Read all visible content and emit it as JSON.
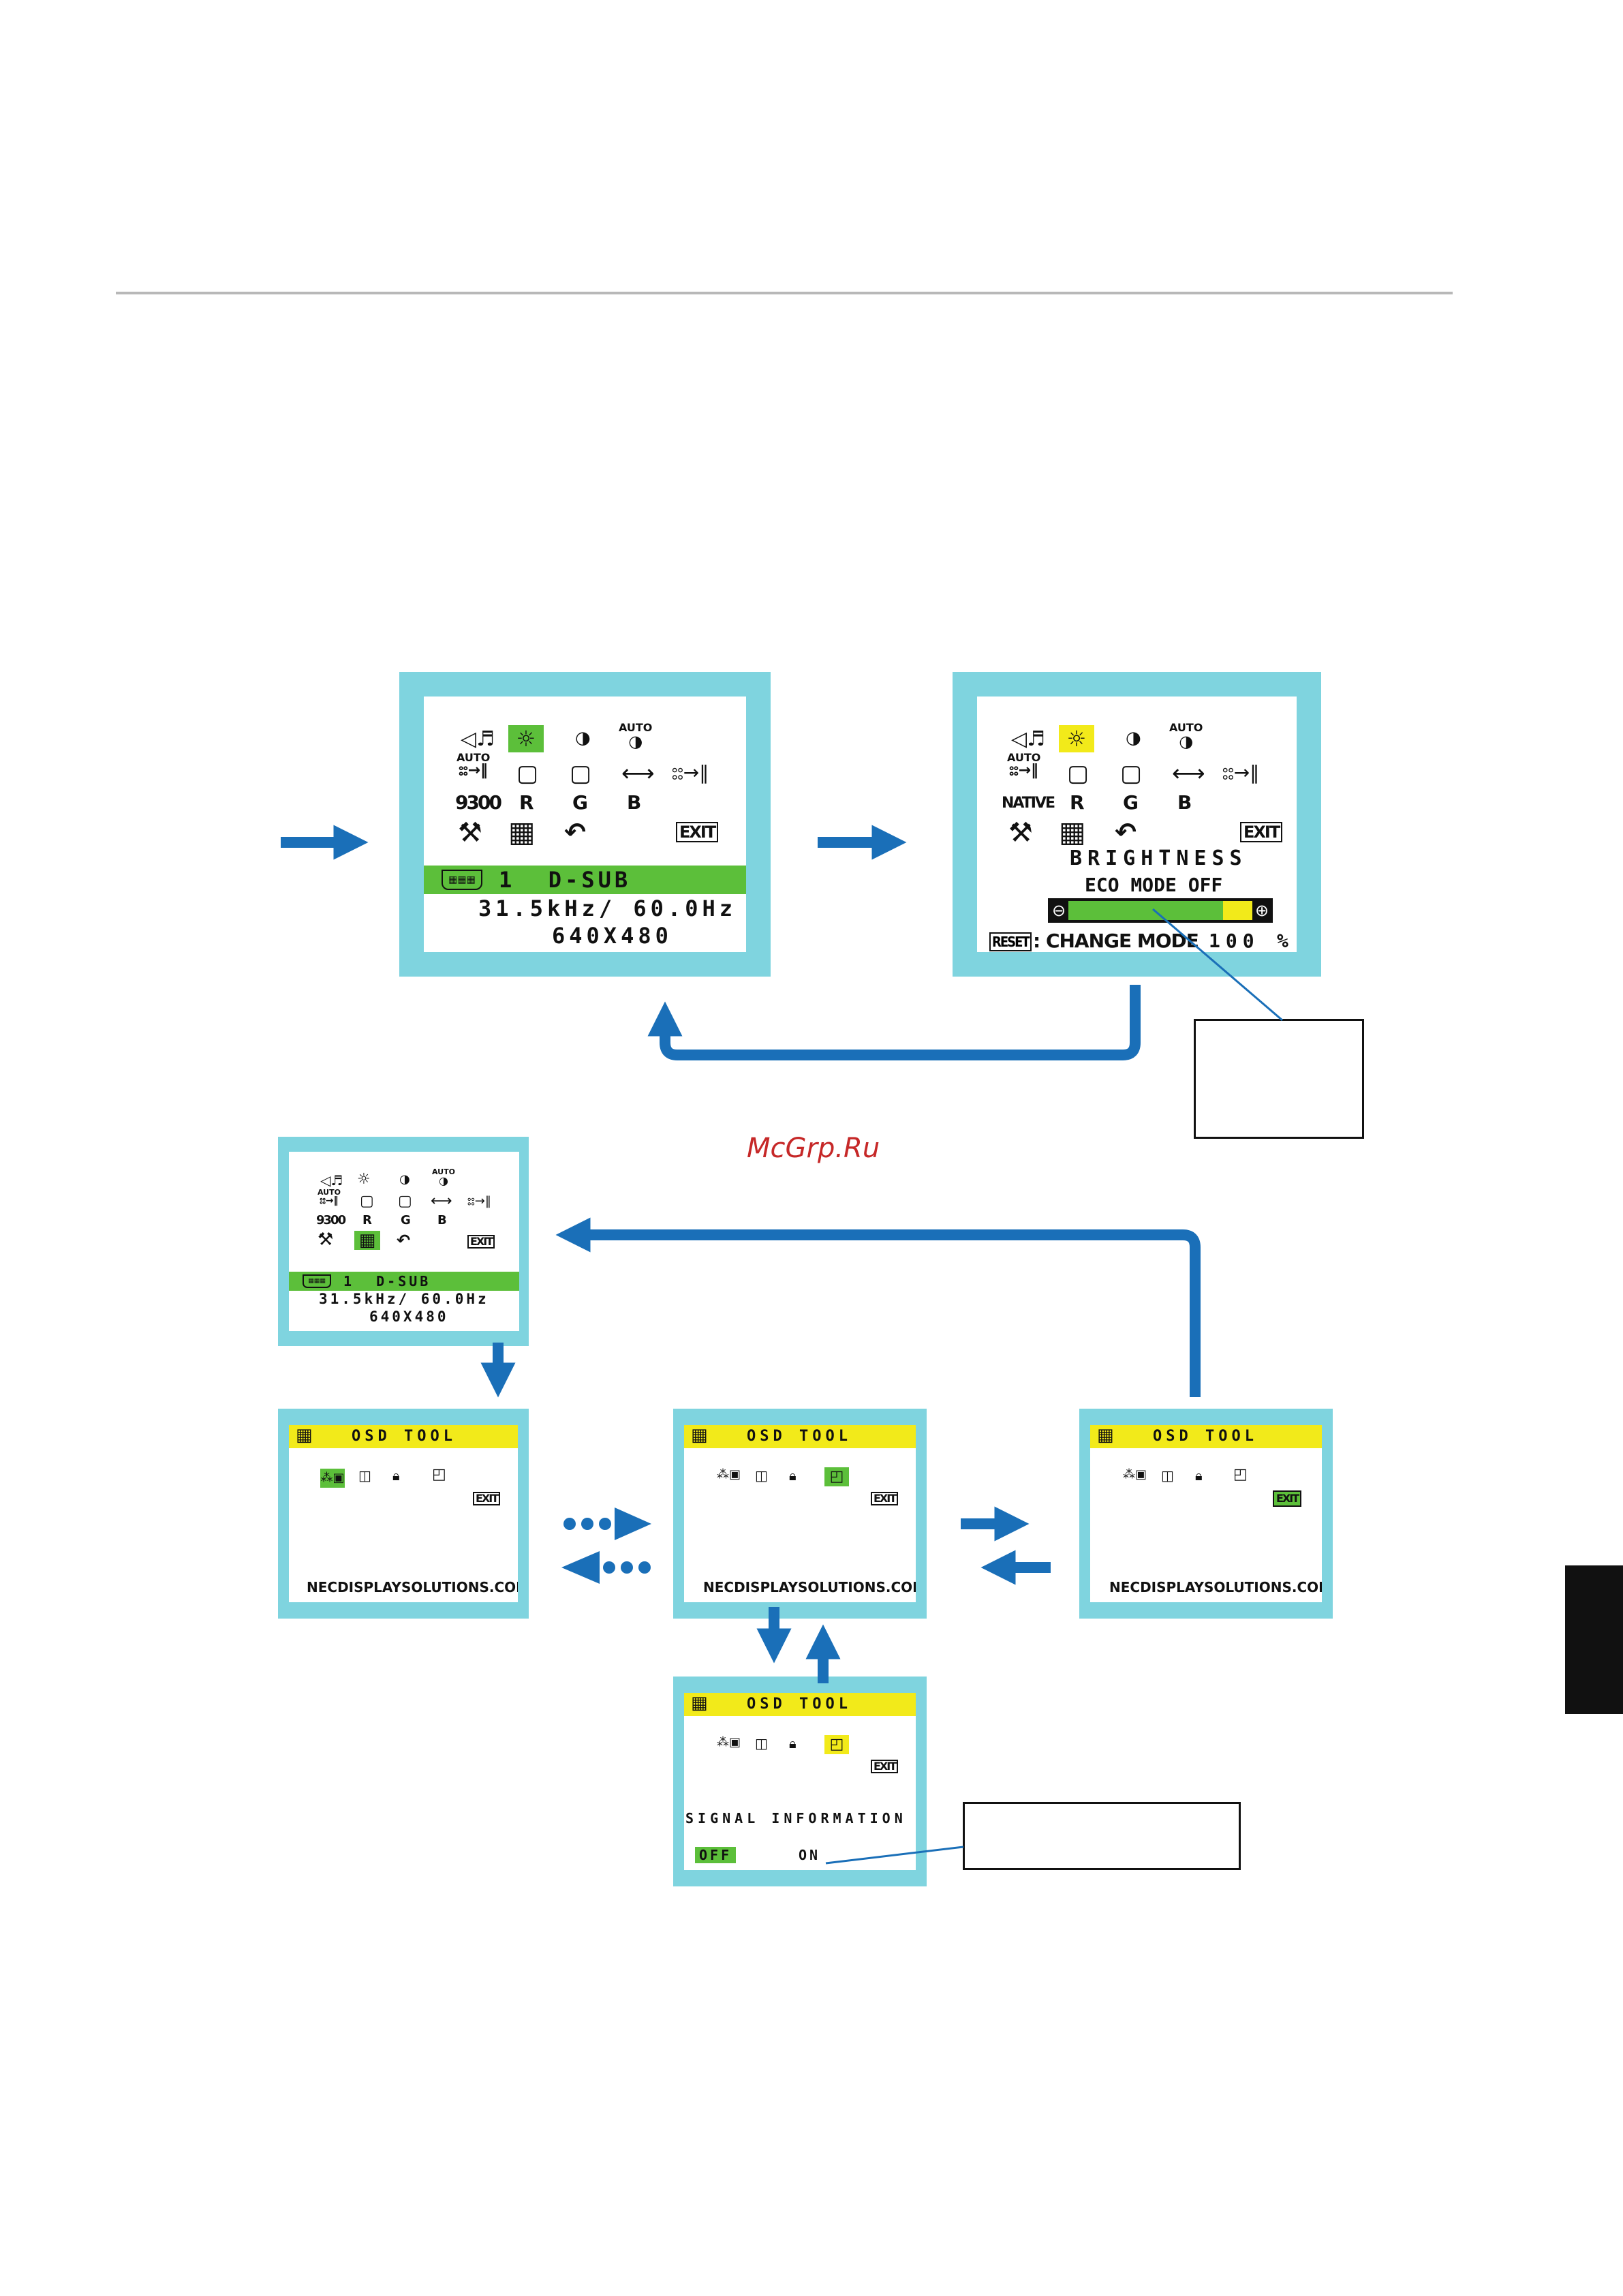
{
  "colors": {
    "osd_frame": "#7fd4df",
    "select_green": "#5cbf3a",
    "select_yellow": "#f2ea1a",
    "arrow_blue": "#1a6fb8"
  },
  "icons": {
    "audio": "◁♬",
    "brightness": "☼",
    "contrast": "◑",
    "auto_label": "AUTO",
    "auto_contrast_glyph": "◑",
    "auto_adjust_glyph": "⦂⦂→‖",
    "left_right": "▢",
    "down_up": "▢",
    "h_size": "⟷",
    "fine": "⦂⦂→‖",
    "preset_9300": "9300",
    "native": "NATIVE",
    "r": "R",
    "g": "G",
    "b": "B",
    "tools": "⚒",
    "osd_tool": "▦",
    "factory_preset": "↶",
    "exit": "EXIT"
  },
  "main_menu": {
    "input_label": "1  D-SUB",
    "frequency": "31.5kHz/ 60.0Hz",
    "resolution": "640X480"
  },
  "brightness_menu": {
    "title": "BRIGHTNESS",
    "eco_mode": "ECO MODE OFF",
    "minus": "⊖",
    "plus": "⊕",
    "reset_label": "RESET",
    "change_mode": ": CHANGE MODE",
    "value": "100",
    "unit": "%",
    "level_percent": 100
  },
  "osd_tool": {
    "title": "OSD TOOL",
    "url": "NECDISPLAYSOLUTIONS.COM",
    "signal_information": "SIGNAL INFORMATION",
    "off": "OFF",
    "on": "ON"
  },
  "watermark": "McGrp.Ru"
}
